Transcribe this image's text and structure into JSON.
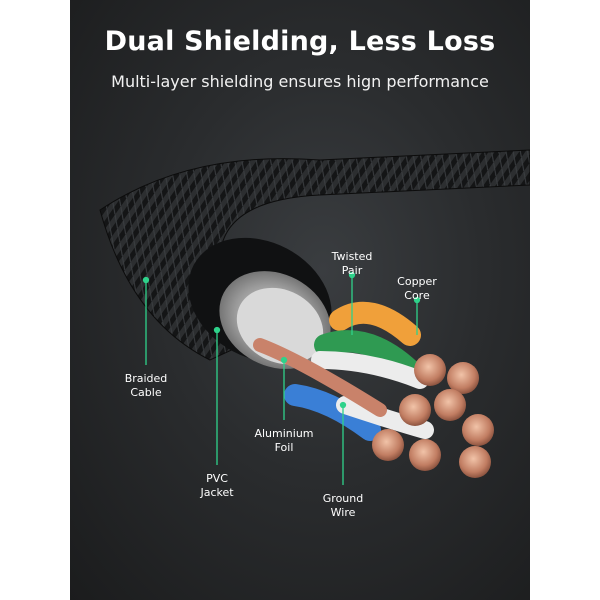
{
  "header": {
    "title": "Dual Shielding, Less Loss",
    "subtitle": "Multi-layer shielding ensures hign performance"
  },
  "callouts": {
    "twisted_pair": "Twisted\nPair",
    "copper_core": "Copper\nCore",
    "braided_cable": "Braided\nCable",
    "aluminium_foil": "Aluminium\nFoil",
    "pvc_jacket": "PVC\nJacket",
    "ground_wire": "Ground\nWire"
  },
  "colors": {
    "accent": "#2fd28b",
    "background": "#2a2c2e",
    "orange_wire": "#f0a03a",
    "green_wire": "#2f9a52",
    "blue_wire": "#3a7fd6",
    "copper": "#c9826a"
  }
}
